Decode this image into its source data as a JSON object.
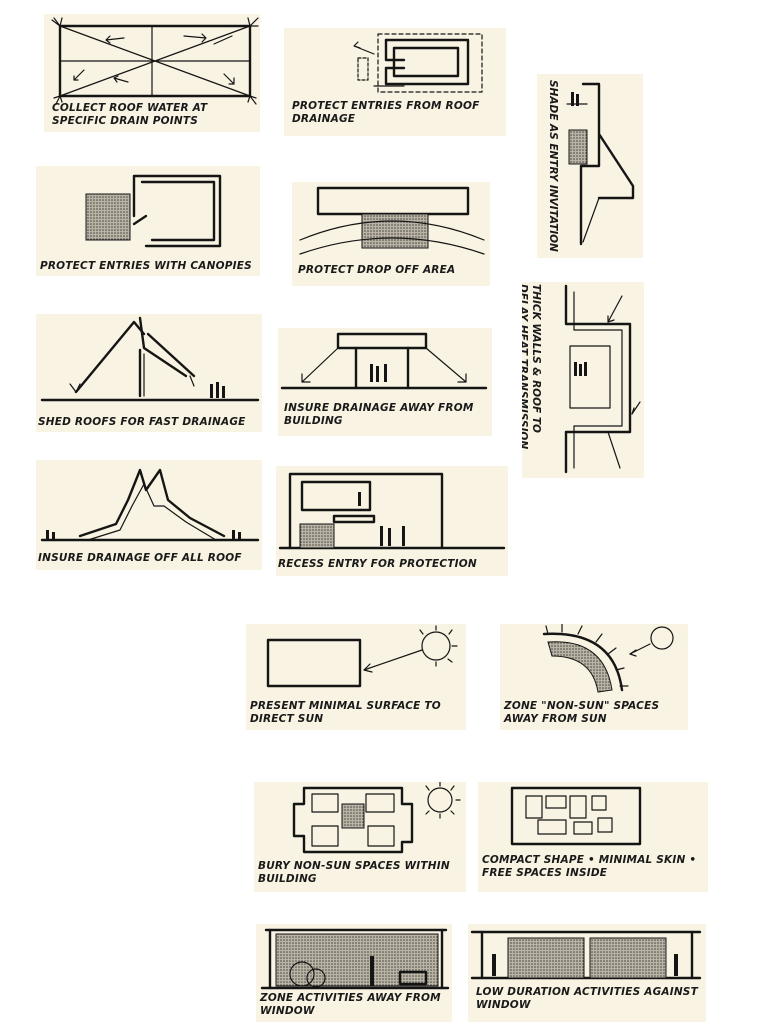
{
  "panels": [
    {
      "caption": "Collect roof water at specific drain points"
    },
    {
      "caption": "Protect entries from roof drainage"
    },
    {
      "caption": "Shade as entry invitation"
    },
    {
      "caption": "Protect entries with canopies"
    },
    {
      "caption": "Protect drop off area"
    },
    {
      "caption": "Thick walls & roof to delay heat transmission"
    },
    {
      "caption": "Shed roofs for fast drainage"
    },
    {
      "caption": "Insure drainage away from building"
    },
    {
      "caption": "Insure drainage off all roof"
    },
    {
      "caption": "Recess entry for protection"
    },
    {
      "caption": "Present minimal surface to direct sun"
    },
    {
      "caption": "Zone \"non-sun\" spaces away from sun"
    },
    {
      "caption": "Bury non-sun spaces within building"
    },
    {
      "caption": "Compact shape • minimal skin • free spaces inside"
    },
    {
      "caption": "Zone activities away from window"
    },
    {
      "caption": "Low duration activities against window"
    }
  ]
}
